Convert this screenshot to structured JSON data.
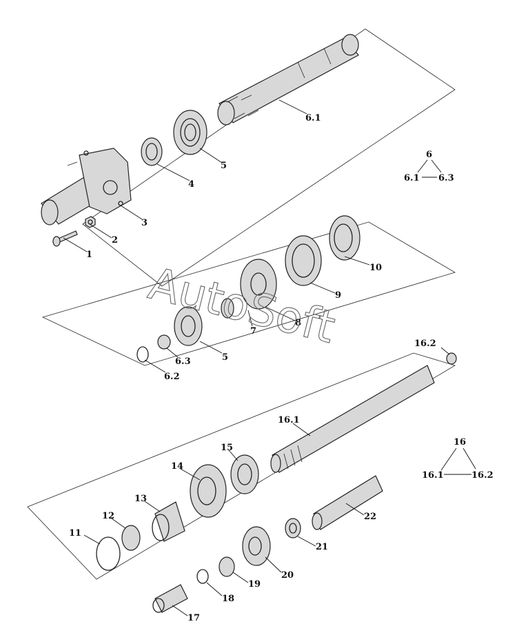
{
  "labels": {
    "p1": "1",
    "p2": "2",
    "p3": "3",
    "p4": "4",
    "p5a": "5",
    "p6_1": "6.1",
    "p5b": "5",
    "p6_2": "6.2",
    "p6_3": "6.3",
    "p7": "7",
    "p8": "8",
    "p9": "9",
    "p10": "10",
    "p11": "11",
    "p12": "12",
    "p13": "13",
    "p14": "14",
    "p15": "15",
    "p16_1": "16.1",
    "p16_2": "16.2",
    "p17": "17",
    "p18": "18",
    "p19": "19",
    "p20": "20",
    "p21": "21",
    "p22": "22"
  },
  "triangles": {
    "t6": {
      "top": "6",
      "left": "6.1",
      "right": "6.3"
    },
    "t16": {
      "top": "16",
      "left": "16.1",
      "right": "16.2"
    }
  },
  "watermark": "AutoSoft"
}
